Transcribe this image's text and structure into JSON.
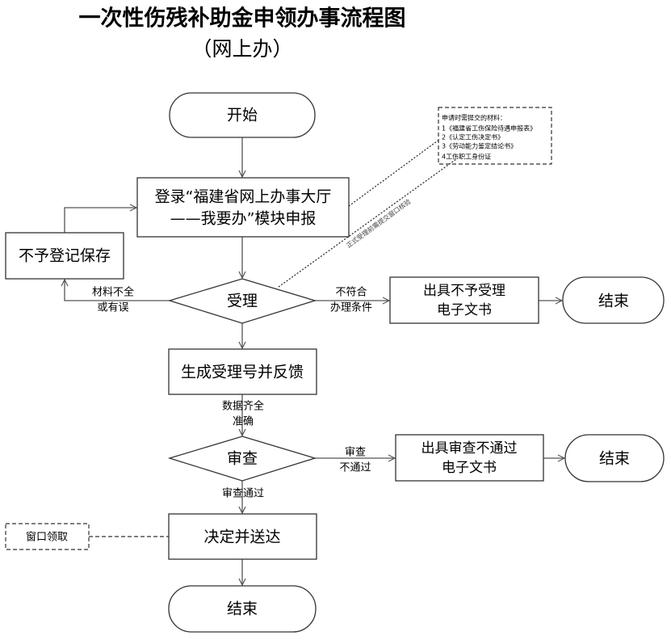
{
  "title": "一次性伤残补助金申领办事流程图",
  "subtitle": "（网上办）",
  "nodes": {
    "start": "开始",
    "login_line1": "登录“福建省网上办事大厅",
    "login_line2": "——我要办”模块申报",
    "not_registered": "不予登记保存",
    "accept": "受理",
    "reject_doc_line1": "出具不予受理",
    "reject_doc_line2": "电子文书",
    "end1": "结束",
    "generate": "生成受理号并反馈",
    "review": "审查",
    "review_fail_doc_line1": "出具审查不通过",
    "review_fail_doc_line2": "电子文书",
    "end2": "结束",
    "decide": "决定并送达",
    "window_pickup": "窗口领取",
    "end3": "结束"
  },
  "edges": {
    "incomplete_line1": "材料不全",
    "incomplete_line2": "或有误",
    "not_eligible_line1": "不符合",
    "not_eligible_line2": "办理条件",
    "data_ok_line1": "数据齐全",
    "data_ok_line2": "准确",
    "review_fail_line1": "审查",
    "review_fail_line2": "不通过",
    "review_pass": "审查通过",
    "window_verify": "正式受理前需提交窗口核验"
  },
  "materials_note": {
    "heading": "申请时需提交的材料：",
    "items": [
      "1《福建省工伤保险待遇申报表》",
      "2《认定工伤决定书》",
      "3《劳动能力鉴定结论书》",
      "4工伤职工身份证"
    ]
  }
}
